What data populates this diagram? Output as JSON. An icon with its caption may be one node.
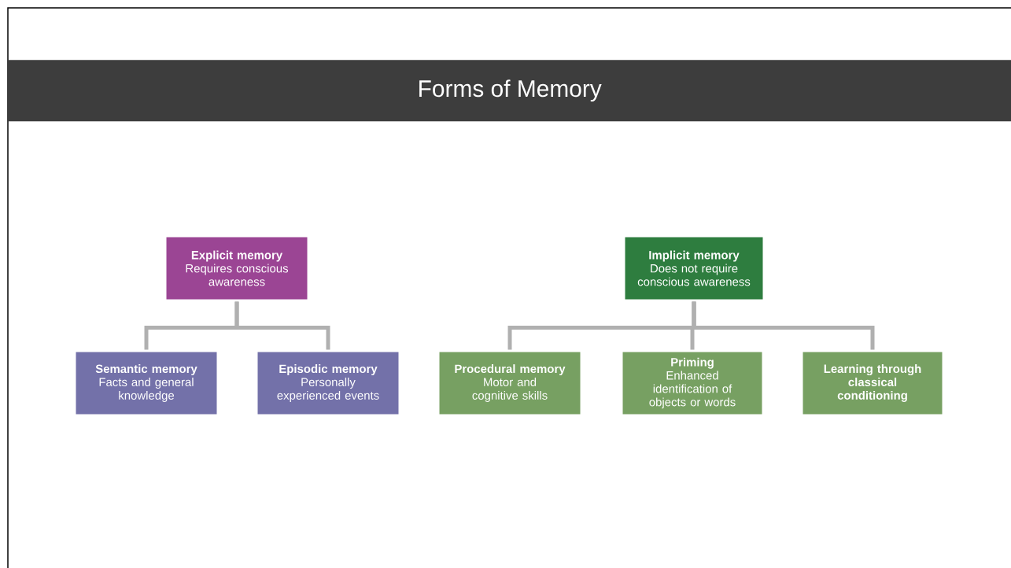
{
  "diagram": {
    "title": "Forms of Memory",
    "nodes": [
      {
        "text": [
          "Explicit memory",
          "Requires conscious awareness"
        ]
      },
      {
        "text": [
          "Semantic memory",
          "Facts and general knowledge"
        ]
      },
      {
        "text": [
          "Episodic memory",
          "Personally experienced events"
        ]
      },
      {
        "text": [
          "Implicit memory",
          "Does not require conscious awareness"
        ]
      },
      {
        "text": [
          "Procedural memory",
          "Motor and cognitive skills"
        ]
      },
      {
        "text": [
          "Priming",
          "Enhanced identification of objects or words"
        ]
      },
      {
        "text": [
          "Learning through classical conditioning"
        ]
      }
    ],
    "edges": [
      {
        "from": 0,
        "to": 1,
        "arrow": "none"
      },
      {
        "from": 0,
        "to": 2,
        "arrow": "none"
      },
      {
        "from": 3,
        "to": 4,
        "arrow": "none"
      },
      {
        "from": 3,
        "to": 5,
        "arrow": "none"
      },
      {
        "from": 3,
        "to": 6,
        "arrow": "none"
      }
    ]
  }
}
